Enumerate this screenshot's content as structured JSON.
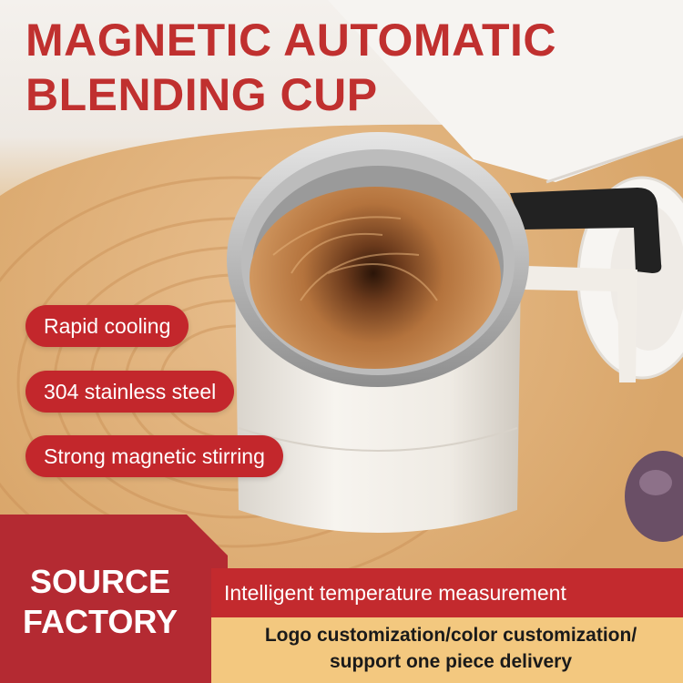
{
  "headline": {
    "line1": "MAGNETIC AUTOMATIC",
    "line2": "BLENDING CUP"
  },
  "features": [
    {
      "label": "Rapid cooling"
    },
    {
      "label": "304 stainless steel"
    },
    {
      "label": "Strong magnetic stirring"
    }
  ],
  "badge": {
    "line1": "SOURCE",
    "line2": "FACTORY"
  },
  "banner": {
    "primary": "Intelligent temperature measurement",
    "secondary_line1": "Logo customization/color customization/",
    "secondary_line2": "support one piece delivery"
  },
  "colors": {
    "brand_red": "#c3272c",
    "dark_red": "#b42a32",
    "accent_gold": "#f3c87f",
    "text_dark": "#1a1a1a"
  }
}
